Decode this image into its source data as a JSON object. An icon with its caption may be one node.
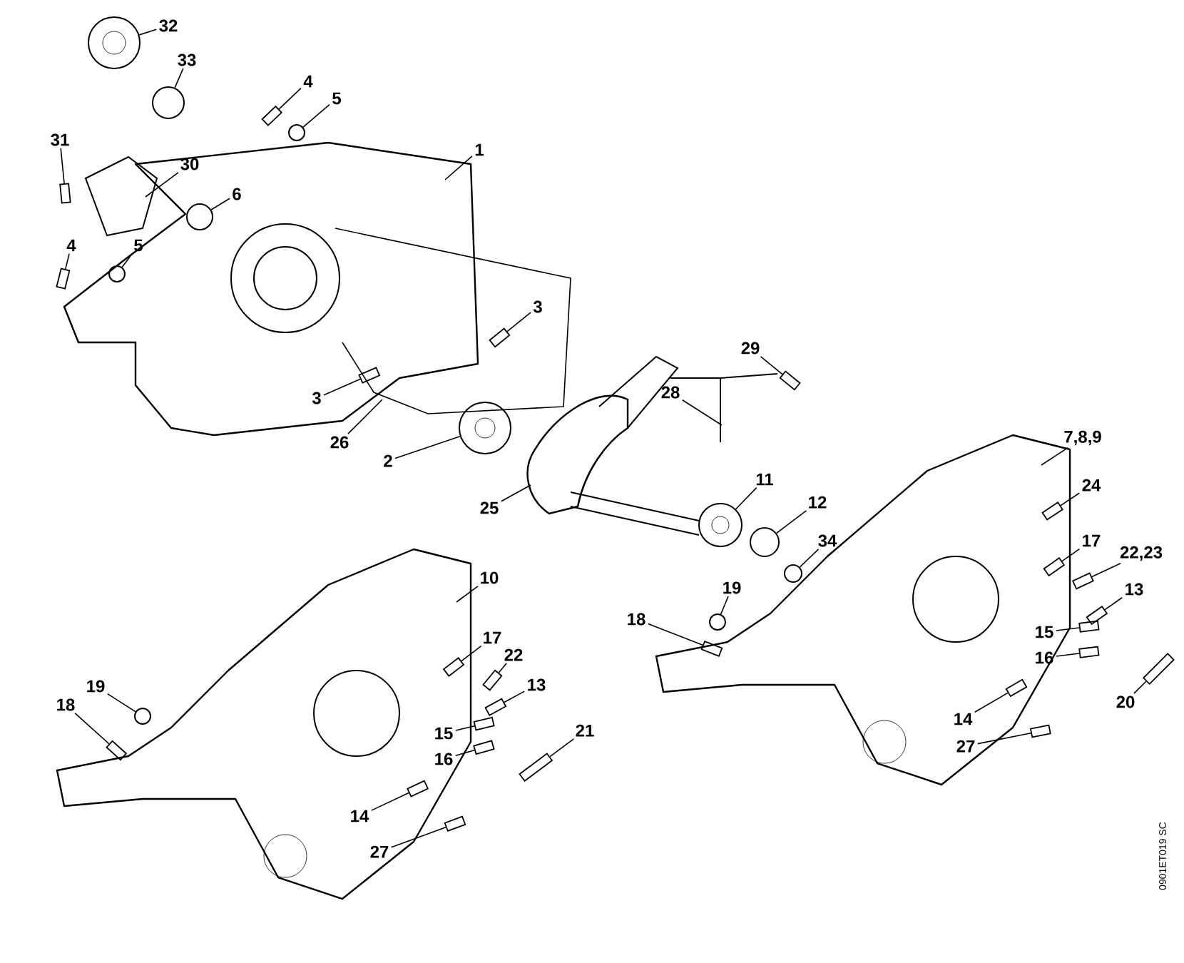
{
  "diagram": {
    "nodes": [
      {
        "text": [
          "32"
        ]
      },
      {
        "text": [
          "33"
        ]
      },
      {
        "text": [
          "4"
        ]
      },
      {
        "text": [
          "5"
        ]
      },
      {
        "text": [
          "1"
        ]
      },
      {
        "text": [
          "31"
        ]
      },
      {
        "text": [
          "30"
        ]
      },
      {
        "text": [
          "6"
        ]
      },
      {
        "text": [
          "4"
        ]
      },
      {
        "text": [
          "5"
        ]
      },
      {
        "text": [
          "3"
        ]
      },
      {
        "text": [
          "29"
        ]
      },
      {
        "text": [
          "3"
        ]
      },
      {
        "text": [
          "26"
        ]
      },
      {
        "text": [
          "28"
        ]
      },
      {
        "text": [
          "2"
        ]
      },
      {
        "text": [
          "7,8,9"
        ]
      },
      {
        "text": [
          "25"
        ]
      },
      {
        "text": [
          "11"
        ]
      },
      {
        "text": [
          "24"
        ]
      },
      {
        "text": [
          "12"
        ]
      },
      {
        "text": [
          "34"
        ]
      },
      {
        "text": [
          "10"
        ]
      },
      {
        "text": [
          "17"
        ]
      },
      {
        "text": [
          "22,23"
        ]
      },
      {
        "text": [
          "19"
        ]
      },
      {
        "text": [
          "13"
        ]
      },
      {
        "text": [
          "18"
        ]
      },
      {
        "text": [
          "15"
        ]
      },
      {
        "text": [
          "16"
        ]
      },
      {
        "text": [
          "20"
        ]
      },
      {
        "text": [
          "17"
        ]
      },
      {
        "text": [
          "22"
        ]
      },
      {
        "text": [
          "13"
        ]
      },
      {
        "text": [
          "19"
        ]
      },
      {
        "text": [
          "18"
        ]
      },
      {
        "text": [
          "15"
        ]
      },
      {
        "text": [
          "16"
        ]
      },
      {
        "text": [
          "21"
        ]
      },
      {
        "text": [
          "14"
        ]
      },
      {
        "text": [
          "27"
        ]
      },
      {
        "text": [
          "14"
        ]
      },
      {
        "text": [
          "27"
        ]
      },
      {
        "text": [],
        "shape": "circle"
      },
      {
        "text": [],
        "shape": "circle"
      },
      {
        "text": [],
        "shape": "bar"
      },
      {
        "text": [],
        "shape": "circle"
      },
      {
        "text": [],
        "shape": "bar"
      },
      {
        "text": [],
        "shape": "circle"
      },
      {
        "text": [],
        "shape": "bar"
      },
      {
        "text": [],
        "shape": "circle"
      },
      {
        "text": [],
        "shape": "bar"
      },
      {
        "text": [],
        "shape": "bar"
      },
      {
        "text": [],
        "shape": "bar"
      },
      {
        "text": [],
        "shape": "circle"
      },
      {
        "text": [],
        "shape": "circle"
      },
      {
        "text": [],
        "shape": "bar"
      },
      {
        "text": [],
        "shape": "circle"
      },
      {
        "text": [],
        "shape": "circle"
      },
      {
        "text": [],
        "shape": "bar"
      },
      {
        "text": [],
        "shape": "bar"
      },
      {
        "text": [],
        "shape": "circle"
      },
      {
        "text": [],
        "shape": "bar"
      },
      {
        "text": [],
        "shape": "bar"
      },
      {
        "text": [],
        "shape": "bar"
      },
      {
        "text": [],
        "shape": "bar"
      },
      {
        "text": [],
        "shape": "bar"
      },
      {
        "text": [],
        "shape": "bar"
      },
      {
        "text": [],
        "shape": "bar"
      },
      {
        "text": [],
        "shape": "bar"
      },
      {
        "text": [],
        "shape": "circle"
      },
      {
        "text": [],
        "shape": "bar"
      },
      {
        "text": [],
        "shape": "bar"
      },
      {
        "text": [],
        "shape": "bar"
      },
      {
        "text": [],
        "shape": "bar"
      },
      {
        "text": [],
        "shape": "bar"
      },
      {
        "text": [],
        "shape": "bar"
      },
      {
        "text": [],
        "shape": "bar"
      },
      {
        "text": [],
        "shape": "bar"
      }
    ],
    "edges": [
      {
        "from": 0,
        "to": 43,
        "arrow": "none"
      },
      {
        "from": 1,
        "to": 44,
        "arrow": "none"
      },
      {
        "from": 2,
        "to": 45,
        "arrow": "none"
      },
      {
        "from": 3,
        "to": 46,
        "arrow": "none"
      },
      {
        "from": 4,
        "to": null,
        "arrow": "none"
      },
      {
        "from": 5,
        "to": 47,
        "arrow": "none"
      },
      {
        "from": 6,
        "to": null,
        "arrow": "none"
      },
      {
        "from": 7,
        "to": 48,
        "arrow": "none"
      },
      {
        "from": 8,
        "to": 49,
        "arrow": "none"
      },
      {
        "from": 9,
        "to": 50,
        "arrow": "none"
      },
      {
        "from": 10,
        "to": 51,
        "arrow": "none"
      },
      {
        "from": 11,
        "to": 52,
        "arrow": "none"
      },
      {
        "from": 12,
        "to": 53,
        "arrow": "none"
      },
      {
        "from": 13,
        "to": null,
        "arrow": "none"
      },
      {
        "from": 14,
        "to": null,
        "arrow": "none"
      },
      {
        "from": 15,
        "to": 54,
        "arrow": "none"
      },
      {
        "from": 16,
        "to": null,
        "arrow": "none"
      },
      {
        "from": 17,
        "to": null,
        "arrow": "none"
      },
      {
        "from": 18,
        "to": 55,
        "arrow": "none"
      },
      {
        "from": 19,
        "to": 56,
        "arrow": "none"
      },
      {
        "from": 20,
        "to": 57,
        "arrow": "none"
      },
      {
        "from": 21,
        "to": 58,
        "arrow": "none"
      },
      {
        "from": 22,
        "to": null,
        "arrow": "none"
      },
      {
        "from": 23,
        "to": 59,
        "arrow": "none"
      },
      {
        "from": 24,
        "to": 60,
        "arrow": "none"
      },
      {
        "from": 25,
        "to": 61,
        "arrow": "none"
      },
      {
        "from": 26,
        "to": 62,
        "arrow": "none"
      },
      {
        "from": 27,
        "to": 63,
        "arrow": "none"
      },
      {
        "from": 28,
        "to": 64,
        "arrow": "none"
      },
      {
        "from": 29,
        "to": 65,
        "arrow": "none"
      },
      {
        "from": 30,
        "to": 66,
        "arrow": "none"
      },
      {
        "from": 31,
        "to": 67,
        "arrow": "none"
      },
      {
        "from": 32,
        "to": 68,
        "arrow": "none"
      },
      {
        "from": 33,
        "to": 69,
        "arrow": "none"
      },
      {
        "from": 34,
        "to": 70,
        "arrow": "none"
      },
      {
        "from": 35,
        "to": 71,
        "arrow": "none"
      },
      {
        "from": 36,
        "to": 72,
        "arrow": "none"
      },
      {
        "from": 37,
        "to": 73,
        "arrow": "none"
      },
      {
        "from": 38,
        "to": 74,
        "arrow": "none"
      },
      {
        "from": 39,
        "to": 75,
        "arrow": "none"
      },
      {
        "from": 40,
        "to": 76,
        "arrow": "none"
      },
      {
        "from": 41,
        "to": 77,
        "arrow": "none"
      },
      {
        "from": 42,
        "to": 78,
        "arrow": "none"
      }
    ],
    "labels": [
      "0901ET019 SC"
    ]
  }
}
